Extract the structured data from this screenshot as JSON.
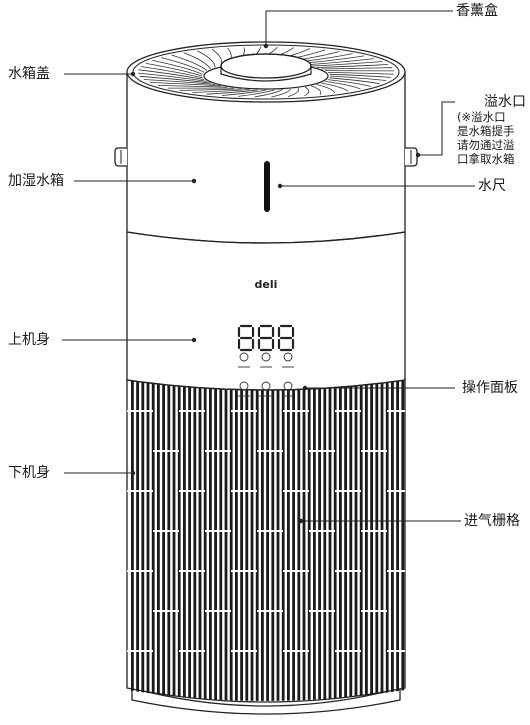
{
  "labels": {
    "aroma_box": "香薰盒",
    "tank_lid": "水箱盖",
    "overflow_title": "溢水口",
    "overflow_note": [
      "(※溢水口",
      "是水箱提手",
      "请勿通过溢",
      "口拿取水箱"
    ],
    "humidifier_tank": "加湿水箱",
    "water_gauge": "水尺",
    "upper_body": "上机身",
    "control_panel": "操作面板",
    "lower_body": "下机身",
    "intake_grille": "进气栅格"
  },
  "device": {
    "brand": "deli",
    "display": "888"
  }
}
